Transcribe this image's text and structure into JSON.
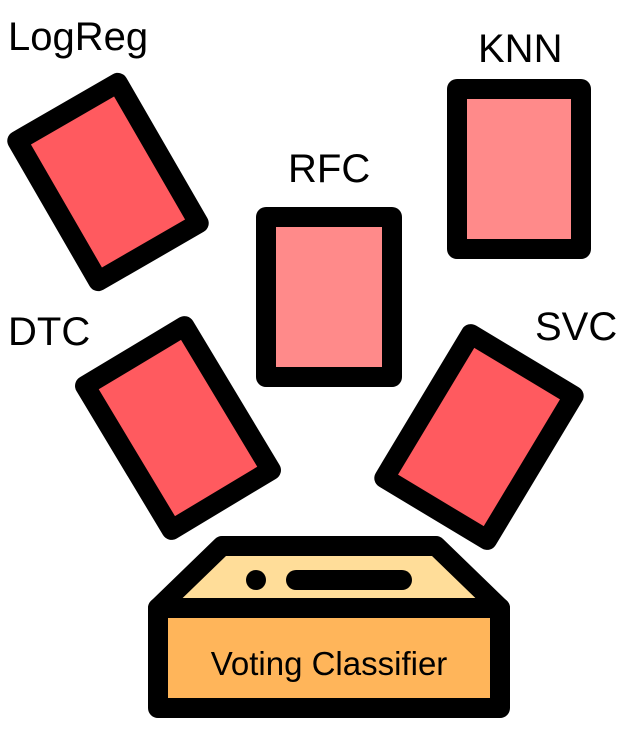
{
  "models": [
    {
      "id": "logreg",
      "label": "LogReg",
      "fill": "#FF5A5F"
    },
    {
      "id": "knn",
      "label": "KNN",
      "fill": "#FF8A8A"
    },
    {
      "id": "rfc",
      "label": "RFC",
      "fill": "#FF8A8A"
    },
    {
      "id": "dtc",
      "label": "DTC",
      "fill": "#FF5A5F"
    },
    {
      "id": "svc",
      "label": "SVC",
      "fill": "#FF5A5F"
    }
  ],
  "ballot_box": {
    "label": "Voting Classifier",
    "lid_color": "#FFDD99",
    "front_color": "#FFB55A",
    "outline_color": "#000000"
  }
}
